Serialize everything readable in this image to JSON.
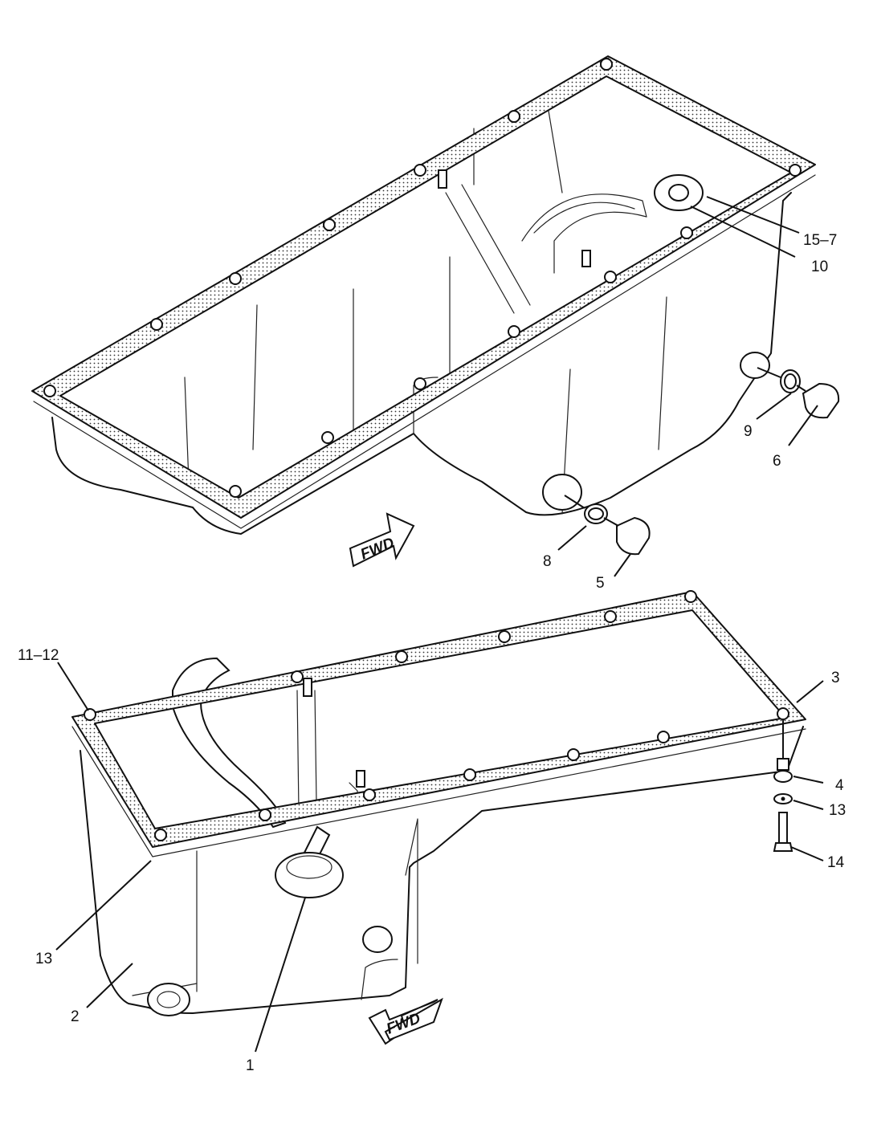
{
  "callouts": {
    "c15_7": "15–7",
    "c10": "10",
    "c9": "9",
    "c6": "6",
    "c8": "8",
    "c5": "5",
    "c11_12": "11–12",
    "c3": "3",
    "c4": "4",
    "c13a": "13",
    "c14": "14",
    "c13b": "13",
    "c2": "2",
    "c1": "1"
  },
  "arrows": {
    "top_fwd": "FWD",
    "bottom_fwd": "FWD"
  },
  "colors": {
    "line": "#111111",
    "background": "#ffffff"
  }
}
